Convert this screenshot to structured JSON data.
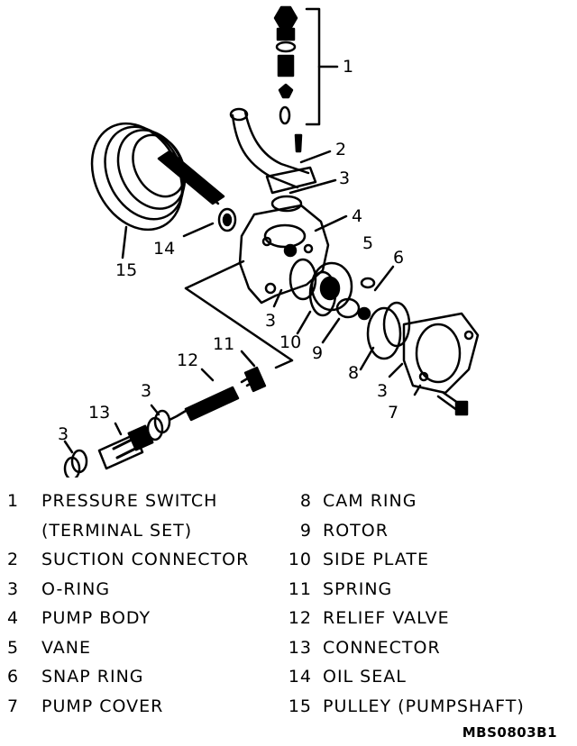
{
  "callouts": [
    "1",
    "2",
    "3",
    "4",
    "5",
    "6",
    "3",
    "10",
    "9",
    "8",
    "3",
    "7",
    "11",
    "12",
    "3",
    "13",
    "3",
    "14",
    "15"
  ],
  "legend_left": [
    {
      "num": "1",
      "label": "PRESSURE SWITCH"
    },
    {
      "num": "",
      "label": "(TERMINAL SET)"
    },
    {
      "num": "2",
      "label": "SUCTION CONNECTOR"
    },
    {
      "num": "3",
      "label": "O-RING"
    },
    {
      "num": "4",
      "label": "PUMP BODY"
    },
    {
      "num": "5",
      "label": "VANE"
    },
    {
      "num": "6",
      "label": "SNAP RING"
    },
    {
      "num": "7",
      "label": "PUMP COVER"
    }
  ],
  "legend_right": [
    {
      "num": "8",
      "label": "CAM RING"
    },
    {
      "num": "9",
      "label": "ROTOR"
    },
    {
      "num": "10",
      "label": "SIDE PLATE"
    },
    {
      "num": "11",
      "label": "SPRING"
    },
    {
      "num": "12",
      "label": "RELIEF VALVE"
    },
    {
      "num": "13",
      "label": "CONNECTOR"
    },
    {
      "num": "14",
      "label": "OIL SEAL"
    },
    {
      "num": "15",
      "label": "PULLEY (PUMPSHAFT)"
    }
  ],
  "figure_code": "MBS0803B1"
}
